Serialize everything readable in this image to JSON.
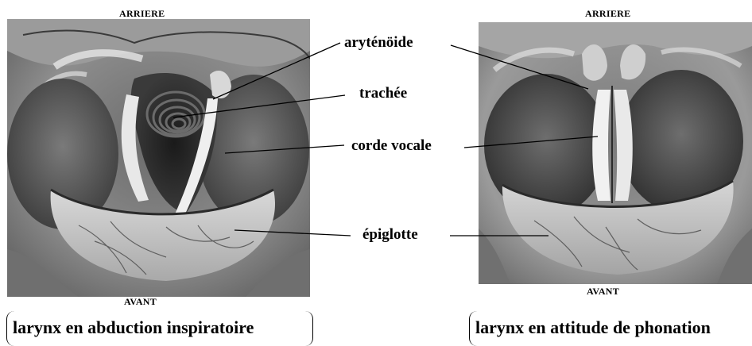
{
  "left_panel": {
    "top_label": "ARRIERE",
    "bottom_label": "AVANT",
    "caption": "larynx en abduction inspiratoire"
  },
  "right_panel": {
    "top_label": "ARRIERE",
    "bottom_label": "AVANT",
    "caption": "larynx en attitude de phonation"
  },
  "labels": {
    "arytenoide": "aryténöide",
    "trachee": "trachée",
    "corde_vocale": "corde vocale",
    "epiglotte": "épiglotte"
  }
}
